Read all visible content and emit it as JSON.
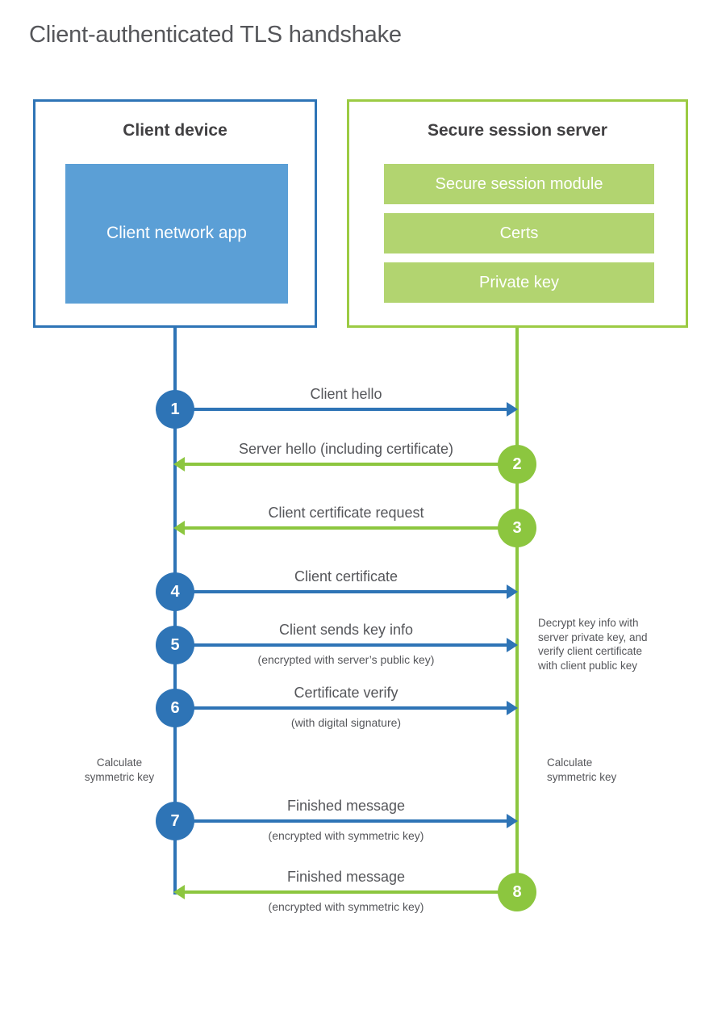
{
  "title": "Client-authenticated TLS handshake",
  "colors": {
    "blue": "#2e74b6",
    "blue_fill": "#5b9fd6",
    "green": "#8cc63f",
    "green_border": "#9ccb44",
    "green_fill": "#b2d470",
    "text": "#55565a",
    "heading": "#414042"
  },
  "client_box": {
    "title": "Client device",
    "app_label": "Client network app"
  },
  "server_box": {
    "title": "Secure session server",
    "modules": [
      "Secure session module",
      "Certs",
      "Private key"
    ]
  },
  "messages": [
    {
      "step": 1,
      "from": "client",
      "label": "Client hello",
      "sub": ""
    },
    {
      "step": 2,
      "from": "server",
      "label": "Server hello (including certificate)",
      "sub": ""
    },
    {
      "step": 3,
      "from": "server",
      "label": "Client certificate request",
      "sub": ""
    },
    {
      "step": 4,
      "from": "client",
      "label": "Client certificate",
      "sub": ""
    },
    {
      "step": 5,
      "from": "client",
      "label": "Client sends key info",
      "sub": "(encrypted with server’s public key)"
    },
    {
      "step": 6,
      "from": "client",
      "label": "Certificate verify",
      "sub": "(with digital signature)"
    },
    {
      "step": 7,
      "from": "client",
      "label": "Finished message",
      "sub": "(encrypted with symmetric key)"
    },
    {
      "step": 8,
      "from": "server",
      "label": "Finished message",
      "sub": "(encrypted with symmetric key)"
    }
  ],
  "notes": {
    "decrypt": [
      "Decrypt key info with",
      "server private key, and",
      "verify client certificate",
      "with client public key"
    ],
    "calc_left": [
      "Calculate",
      "symmetric key"
    ],
    "calc_right": [
      "Calculate",
      "symmetric key"
    ]
  }
}
